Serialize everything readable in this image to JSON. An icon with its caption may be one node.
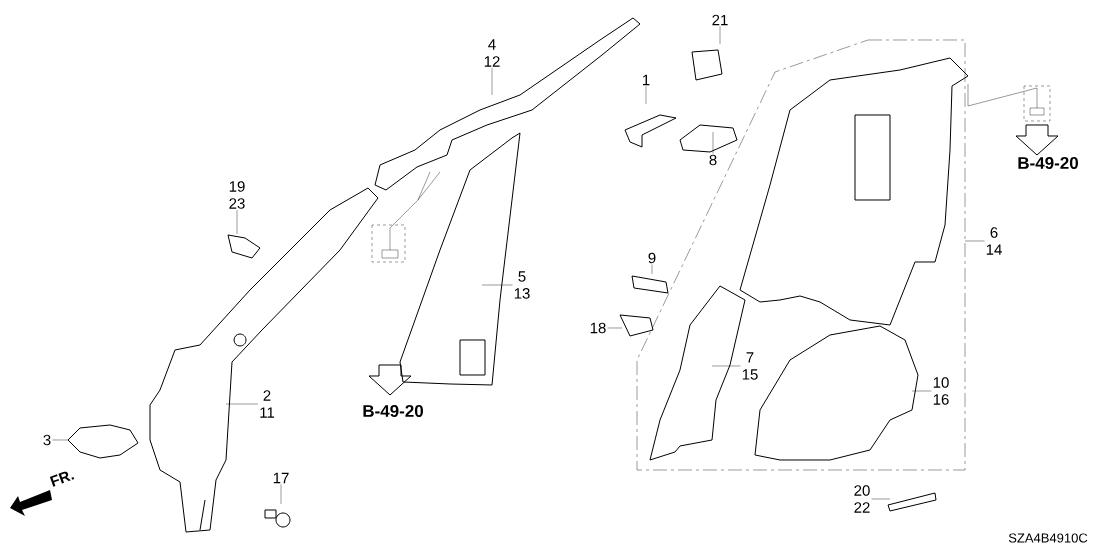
{
  "diagram": {
    "nodes": [
      {
        "text": [
          "21"
        ]
      },
      {
        "text": [
          "4",
          "12"
        ]
      },
      {
        "text": [
          "1"
        ]
      },
      {
        "text": [
          "8"
        ]
      },
      {
        "text": [
          "19",
          "23"
        ]
      },
      {
        "text": [
          "9"
        ]
      },
      {
        "text": [
          "6",
          "14"
        ]
      },
      {
        "text": [
          "5",
          "13"
        ]
      },
      {
        "text": [
          "18"
        ]
      },
      {
        "text": [
          "7",
          "15"
        ]
      },
      {
        "text": [
          "2",
          "11"
        ]
      },
      {
        "text": [
          "10",
          "16"
        ]
      },
      {
        "text": [
          "3"
        ]
      },
      {
        "text": [
          "17"
        ]
      },
      {
        "text": [
          "20",
          "22"
        ]
      }
    ],
    "edges": [
      {
        "from": 0,
        "to": null,
        "arrow": "none"
      },
      {
        "from": 1,
        "to": null,
        "arrow": "none"
      },
      {
        "from": 2,
        "to": null,
        "arrow": "none"
      },
      {
        "from": 3,
        "to": null,
        "arrow": "none"
      },
      {
        "from": 4,
        "to": null,
        "arrow": "none"
      },
      {
        "from": 5,
        "to": null,
        "arrow": "none"
      },
      {
        "from": 6,
        "to": null,
        "arrow": "none"
      },
      {
        "from": 7,
        "to": null,
        "arrow": "none"
      },
      {
        "from": 8,
        "to": null,
        "arrow": "none"
      },
      {
        "from": 9,
        "to": null,
        "arrow": "none"
      },
      {
        "from": 10,
        "to": null,
        "arrow": "none"
      },
      {
        "from": 11,
        "to": null,
        "arrow": "none"
      },
      {
        "from": 12,
        "to": null,
        "arrow": "none"
      },
      {
        "from": 13,
        "to": null,
        "arrow": "none"
      },
      {
        "from": 14,
        "to": null,
        "arrow": "none"
      }
    ],
    "labels": [
      "B-49-20",
      "B-49-20",
      "FR.",
      "SZA4B4910C"
    ]
  }
}
